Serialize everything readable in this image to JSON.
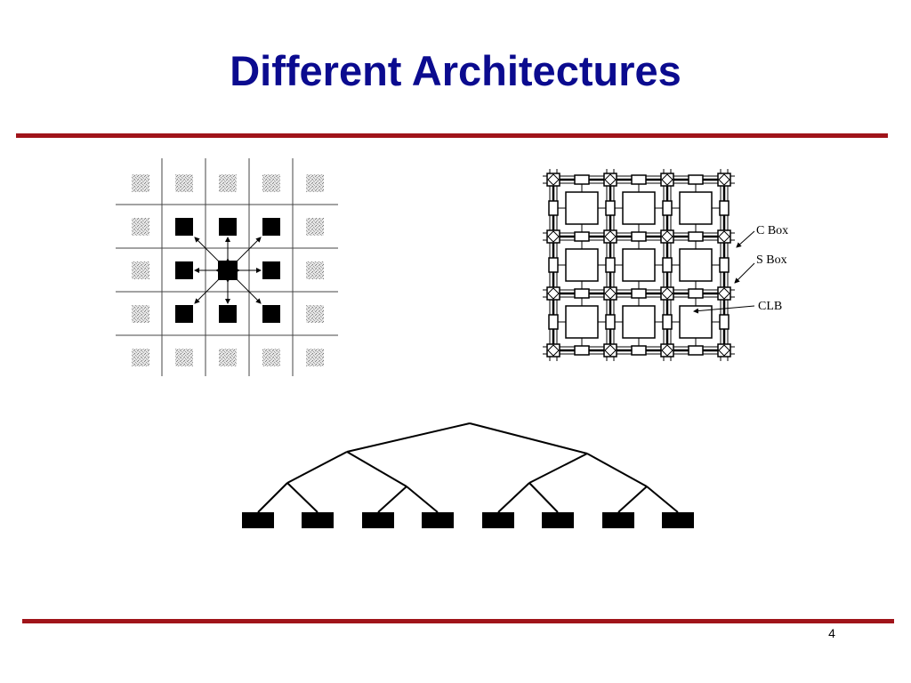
{
  "slide": {
    "title": "Different Architectures",
    "page_number": "4"
  },
  "island_diagram": {
    "labels": {
      "c_box": "C Box",
      "s_box": "S Box",
      "clb": "CLB"
    }
  },
  "colors": {
    "title": "#0b0b8f",
    "rule": "#a0141a"
  }
}
